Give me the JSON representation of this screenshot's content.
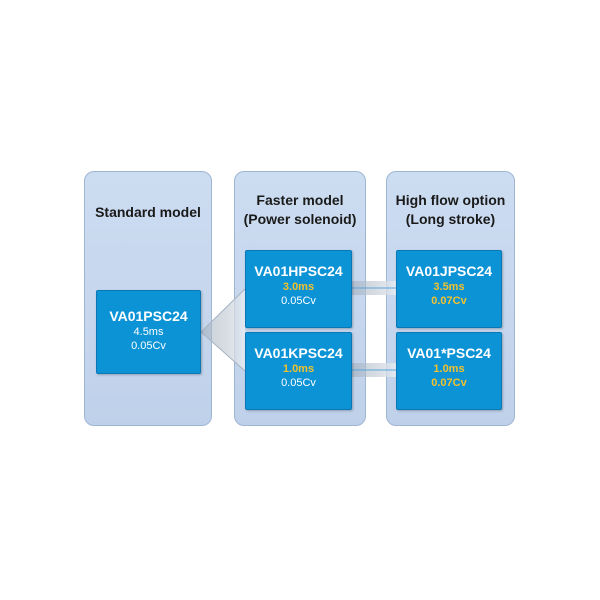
{
  "columns": {
    "standard": {
      "title_lines": [
        "Standard model"
      ]
    },
    "faster": {
      "title_lines": [
        "Faster model",
        "(Power solenoid)"
      ]
    },
    "high_flow": {
      "title_lines": [
        "High flow option",
        "(Long stroke)"
      ]
    }
  },
  "models": {
    "standard": {
      "name": "VA01PSC24",
      "time": "4.5ms",
      "flow": "0.05Cv"
    },
    "h": {
      "name": "VA01HPSC24",
      "time": "3.0ms",
      "flow": "0.05Cv"
    },
    "k": {
      "name": "VA01KPSC24",
      "time": "1.0ms",
      "flow": "0.05Cv"
    },
    "j": {
      "name": "VA01JPSC24",
      "time": "3.5ms",
      "flow": "0.07Cv"
    },
    "star": {
      "name": "VA01*PSC24",
      "time": "1.0ms",
      "flow": "0.07Cv"
    }
  },
  "colors": {
    "box_fill": "#0b93d6",
    "highlight_text": "#f2c12e",
    "column_fill": "#c5d6ed",
    "column_border": "#9fb6d3"
  }
}
